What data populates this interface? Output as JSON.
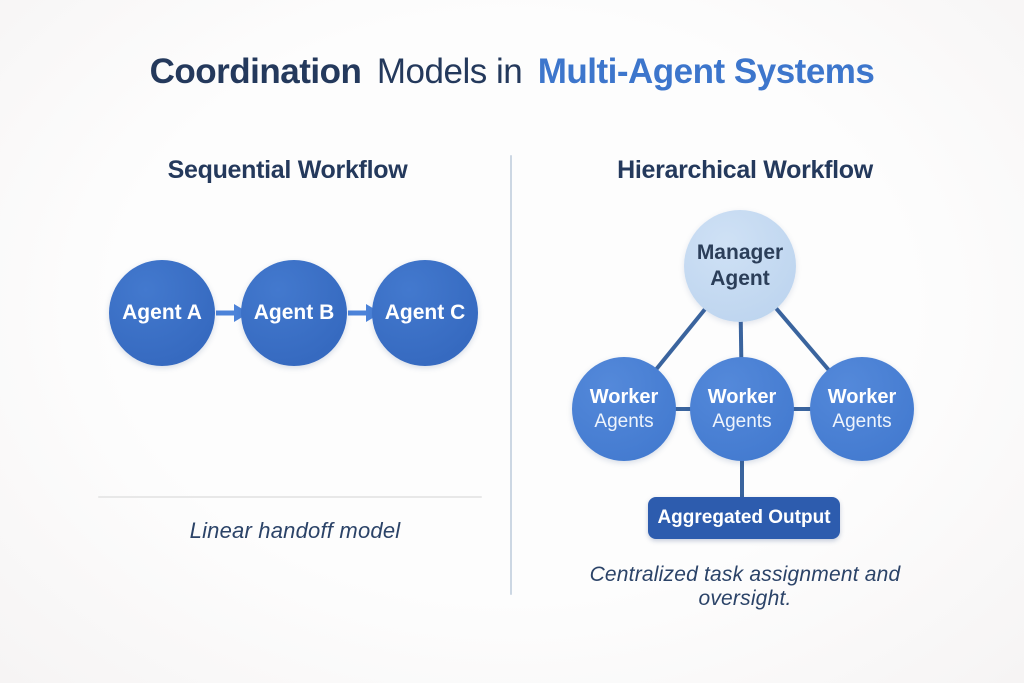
{
  "title": {
    "part1": "Coordination",
    "part2": "Models in",
    "part3": "Multi-Agent Systems"
  },
  "left_panel": {
    "heading": "Sequential Workflow",
    "agents": [
      {
        "label": "Agent A"
      },
      {
        "label": "Agent B"
      },
      {
        "label": "Agent C"
      }
    ],
    "caption": "Linear handoff model"
  },
  "right_panel": {
    "heading": "Hierarchical Workflow",
    "manager": {
      "line1": "Manager",
      "line2": "Agent"
    },
    "workers": [
      {
        "line1": "Worker",
        "line2": "Agents"
      },
      {
        "line1": "Worker",
        "line2": "Agents"
      },
      {
        "line1": "Worker",
        "line2": "Agents"
      }
    ],
    "output_box": "Aggregated Output",
    "caption": "Centralized task assignment and oversight."
  },
  "colors": {
    "title_navy": "#24395c",
    "title_blue": "#3d76cc",
    "agent_circle": "#3a6fc6",
    "worker_circle": "#4a80d4",
    "manager_circle": "#c5daf1",
    "connector_line": "#3a649e",
    "arrow": "#4c83d9",
    "output_box": "#2d5cae",
    "caption_text": "#2b4368"
  }
}
